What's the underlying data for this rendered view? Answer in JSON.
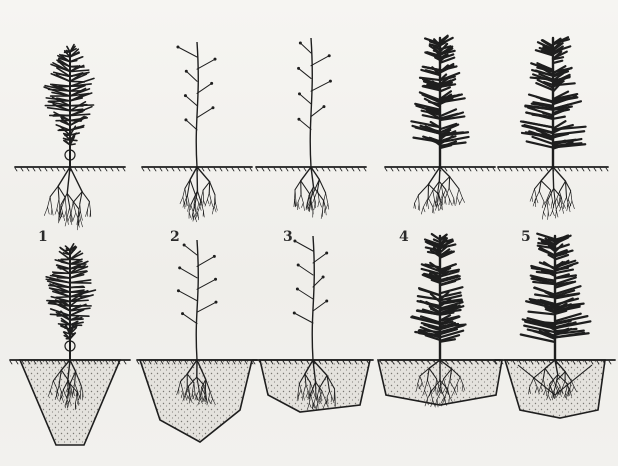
{
  "figure": {
    "labels": [
      "1",
      "2",
      "3",
      "4",
      "5"
    ],
    "colors": {
      "ink": "#1e1e1e",
      "soil_fill": "#c9c7c2",
      "paper": "#f3f2ef"
    }
  }
}
